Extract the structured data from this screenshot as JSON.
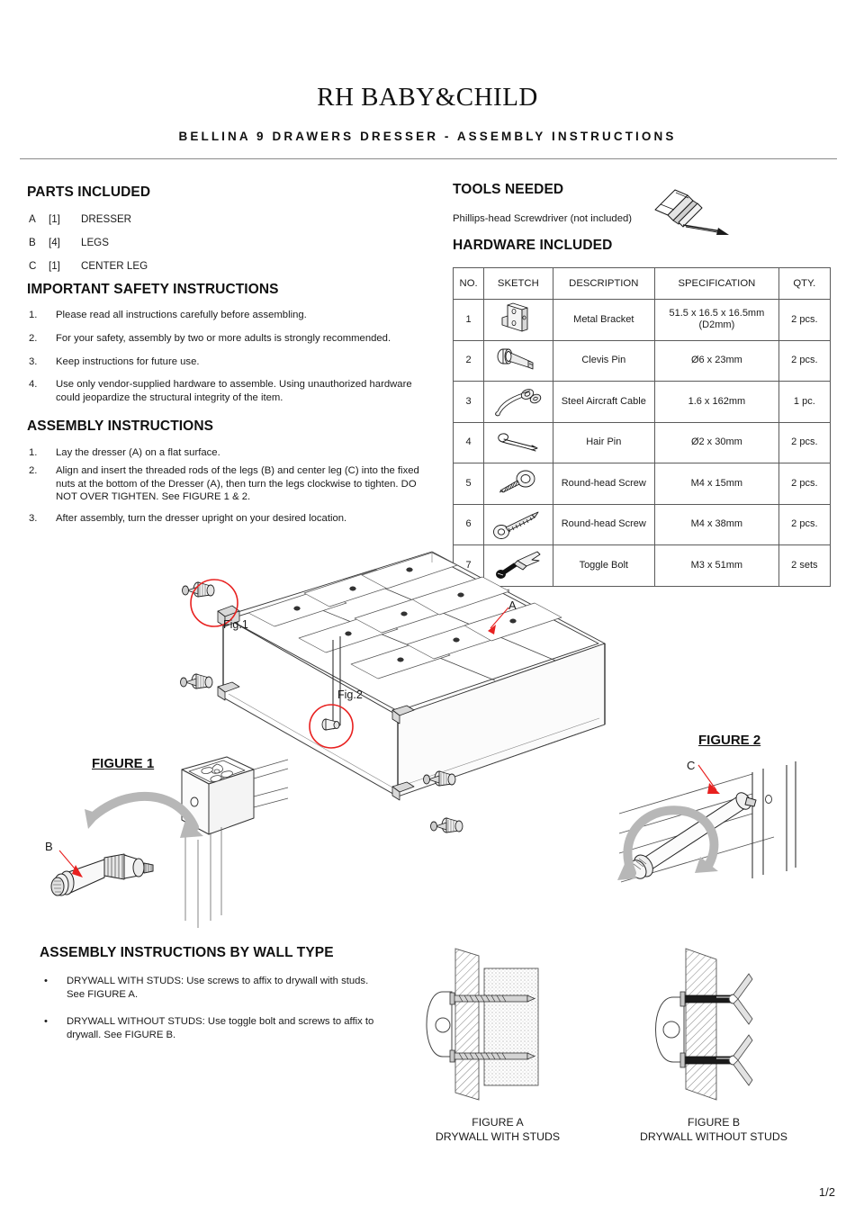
{
  "header": {
    "brand": "RH BABY&CHILD",
    "subtitle": "BELLINA 9 DRAWERS DRESSER - ASSEMBLY INSTRUCTIONS"
  },
  "parts": {
    "heading": "PARTS INCLUDED",
    "items": [
      {
        "letter": "A",
        "qty": "[1]",
        "name": "DRESSER"
      },
      {
        "letter": "B",
        "qty": "[4]",
        "name": "LEGS"
      },
      {
        "letter": "C",
        "qty": "[1]",
        "name": "CENTER LEG"
      }
    ]
  },
  "safety": {
    "heading": "IMPORTANT SAFETY INSTRUCTIONS",
    "items": [
      {
        "n": "1.",
        "text": "Please read all instructions carefully before assembling."
      },
      {
        "n": "2.",
        "text": "For your safety, assembly by two or more adults is strongly recommended."
      },
      {
        "n": "3.",
        "text": "Keep instructions for future use."
      },
      {
        "n": "4.",
        "text": "Use only vendor-supplied hardware to assemble. Using unauthorized hardware could jeopardize the structural integrity of the item."
      }
    ]
  },
  "assembly": {
    "heading": "ASSEMBLY INSTRUCTIONS",
    "items": [
      {
        "n": "1.",
        "text": "Lay the dresser (A) on a flat surface."
      },
      {
        "n": "2.",
        "text": "Align and insert the threaded rods of the legs (B) and center leg (C) into the fixed nuts at the bottom of the Dresser (A), then turn the legs clockwise to tighten. DO NOT OVER TIGHTEN. See FIGURE 1 & 2."
      },
      {
        "n": "3.",
        "text": "After assembly, turn the dresser upright on your desired location."
      }
    ]
  },
  "tools": {
    "heading": "TOOLS NEEDED",
    "text": "Phillips-head Screwdriver (not included)",
    "icon": "screwdriver-icon"
  },
  "hardware": {
    "heading": "HARDWARE INCLUDED",
    "columns": [
      "NO.",
      "SKETCH",
      "DESCRIPTION",
      "SPECIFICATION",
      "QTY."
    ],
    "rows": [
      {
        "no": "1",
        "sketch": "metal-bracket-icon",
        "description": "Metal Bracket",
        "specification": "51.5 x 16.5 x 16.5mm (D2mm)",
        "qty": "2 pcs."
      },
      {
        "no": "2",
        "sketch": "clevis-pin-icon",
        "description": "Clevis Pin",
        "specification": "Ø6 x 23mm",
        "qty": "2 pcs."
      },
      {
        "no": "3",
        "sketch": "steel-aircraft-cable-icon",
        "description": "Steel Aircraft Cable",
        "specification": "1.6 x 162mm",
        "qty": "1 pc."
      },
      {
        "no": "4",
        "sketch": "hair-pin-icon",
        "description": "Hair Pin",
        "specification": "Ø2 x 30mm",
        "qty": "2 pcs."
      },
      {
        "no": "5",
        "sketch": "round-head-screw-icon",
        "description": "Round-head Screw",
        "specification": "M4 x 15mm",
        "qty": "2 pcs."
      },
      {
        "no": "6",
        "sketch": "round-head-screw-long-icon",
        "description": "Round-head Screw",
        "specification": "M4 x 38mm",
        "qty": "2 pcs."
      },
      {
        "no": "7",
        "sketch": "toggle-bolt-icon",
        "description": "Toggle Bolt",
        "specification": "M3 x 51mm",
        "qty": "2 sets"
      }
    ]
  },
  "diagram": {
    "label_a": "A",
    "label_b": "B",
    "label_c": "C",
    "fig1_note": "Fig.1",
    "fig2_note": "Fig.2",
    "figure1_title": "FIGURE 1",
    "figure2_title": "FIGURE 2"
  },
  "wall": {
    "heading": "ASSEMBLY INSTRUCTIONS BY WALL TYPE",
    "items": [
      {
        "n": "•",
        "text": "DRYWALL WITH STUDS: Use screws to affix to drywall with studs. See FIGURE A."
      },
      {
        "n": "•",
        "text": "DRYWALL WITHOUT STUDS: Use toggle bolt and screws to affix to drywall. See FIGURE B."
      }
    ],
    "figure_a_line1": "FIGURE A",
    "figure_a_line2": "DRYWALL WITH STUDS",
    "figure_b_line1": "FIGURE B",
    "figure_b_line2": "DRYWALL WITHOUT STUDS"
  },
  "footer": {
    "page": "1/2"
  },
  "colors": {
    "accent_red": "#e8201f",
    "ink": "#1a1a1a",
    "rule": "#8a8a8a",
    "hatch": "#9a9a9a"
  }
}
